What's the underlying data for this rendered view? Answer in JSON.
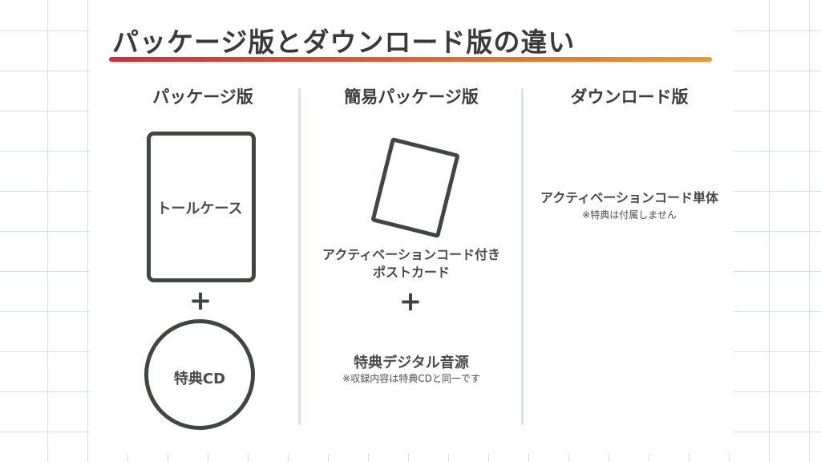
{
  "title": "パッケージ版とダウンロード版の違い",
  "columns": [
    {
      "heading": "パッケージ版",
      "case_label": "トールケース",
      "disc_label": "特典CD"
    },
    {
      "heading": "簡易パッケージ版",
      "card_label_line1": "アクティベーションコード付き",
      "card_label_line2": "ポストカード",
      "digital_label": "特典デジタル音源",
      "digital_note": "※収録内容は特典CDと同一です"
    },
    {
      "heading": "ダウンロード版",
      "code_label": "アクティベーションコード単体",
      "code_note": "※特典は付属しません"
    }
  ],
  "plus": "+"
}
